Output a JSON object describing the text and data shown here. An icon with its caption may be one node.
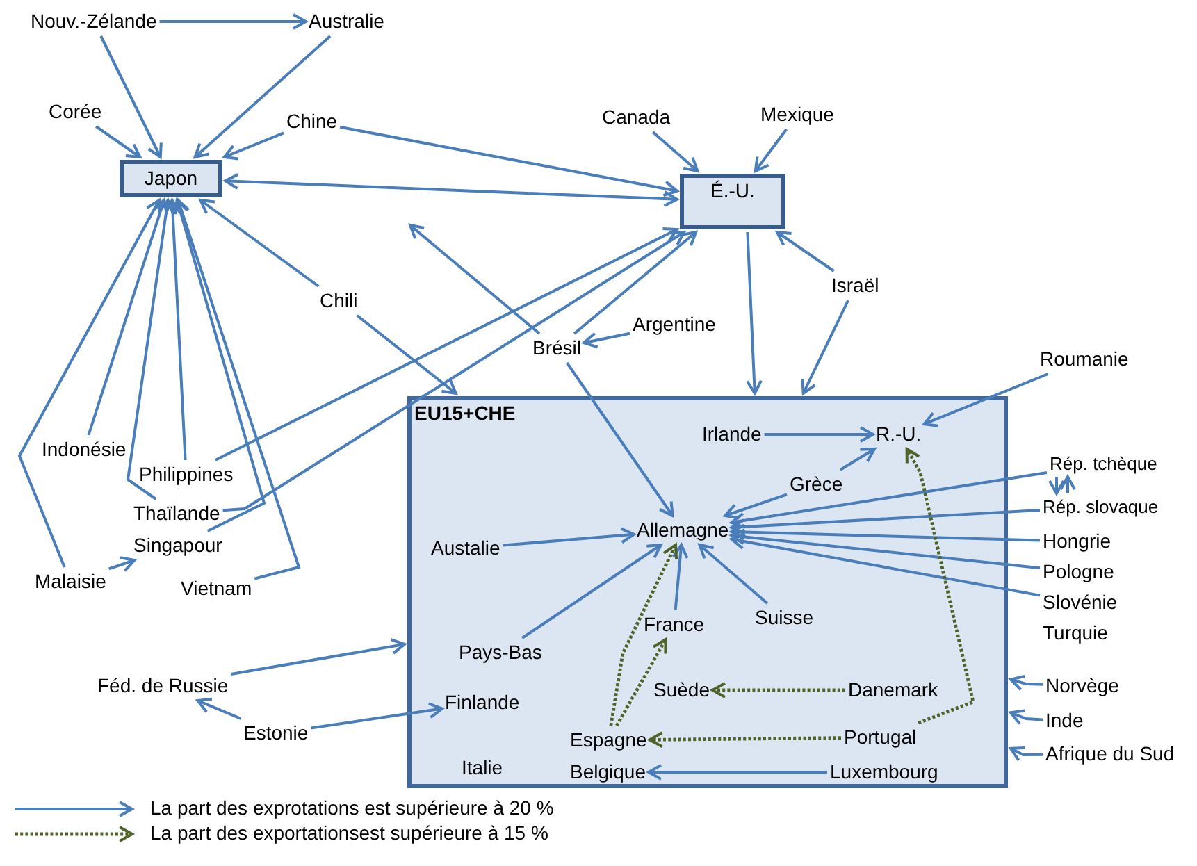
{
  "diagram": {
    "nodes": [
      {
        "text": [
          "Nouv.-Zélande"
        ]
      },
      {
        "text": [
          "Australie"
        ]
      },
      {
        "text": [
          "Corée"
        ]
      },
      {
        "text": [
          "Chine"
        ]
      },
      {
        "text": [
          "Japon"
        ]
      },
      {
        "text": [
          "Canada"
        ]
      },
      {
        "text": [
          "Mexique"
        ]
      },
      {
        "text": [
          "É.-U."
        ]
      },
      {
        "text": [
          "Chili"
        ]
      },
      {
        "text": [
          "Israël"
        ]
      },
      {
        "text": [
          "Brésil"
        ]
      },
      {
        "text": [
          "Argentine"
        ]
      },
      {
        "text": [
          "Roumanie"
        ]
      },
      {
        "text": [
          "EU15+CHE"
        ]
      },
      {
        "text": [
          "Indonésie"
        ]
      },
      {
        "text": [
          "Philippines"
        ]
      },
      {
        "text": [
          "Thaïlande"
        ]
      },
      {
        "text": [
          "Singapour"
        ]
      },
      {
        "text": [
          "Malaisie"
        ]
      },
      {
        "text": [
          "Vietnam"
        ]
      },
      {
        "text": [
          "Irlande"
        ],
        "in": 13
      },
      {
        "text": [
          "R.-U."
        ],
        "in": 13
      },
      {
        "text": [
          "Grèce"
        ],
        "in": 13
      },
      {
        "text": [
          "Allemagne"
        ],
        "in": 13
      },
      {
        "text": [
          "Austalie"
        ],
        "in": 13
      },
      {
        "text": [
          "France"
        ],
        "in": 13
      },
      {
        "text": [
          "Suisse"
        ],
        "in": 13
      },
      {
        "text": [
          "Pays-Bas"
        ],
        "in": 13
      },
      {
        "text": [
          "Suède"
        ],
        "in": 13
      },
      {
        "text": [
          "Danemark"
        ],
        "in": 13
      },
      {
        "text": [
          "Finlande"
        ],
        "in": 13
      },
      {
        "text": [
          "Espagne"
        ],
        "in": 13
      },
      {
        "text": [
          "Portugal"
        ],
        "in": 13
      },
      {
        "text": [
          "Italie"
        ],
        "in": 13
      },
      {
        "text": [
          "Belgique"
        ],
        "in": 13
      },
      {
        "text": [
          "Luxembourg"
        ],
        "in": 13
      },
      {
        "text": [
          "Rép. tchèque"
        ]
      },
      {
        "text": [
          "Rép. slovaque"
        ]
      },
      {
        "text": [
          "Hongrie"
        ]
      },
      {
        "text": [
          "Pologne"
        ]
      },
      {
        "text": [
          "Slovénie"
        ]
      },
      {
        "text": [
          "Turquie"
        ]
      },
      {
        "text": [
          "Norvège"
        ]
      },
      {
        "text": [
          "Inde"
        ]
      },
      {
        "text": [
          "Afrique du Sud"
        ]
      },
      {
        "text": [
          "Féd. de Russie"
        ]
      },
      {
        "text": [
          "Estonie"
        ]
      }
    ],
    "edges": [
      {
        "from": 0,
        "to": 1,
        "arrow": "to"
      },
      {
        "from": 0,
        "to": 4,
        "arrow": "to"
      },
      {
        "from": 1,
        "to": 4,
        "arrow": "to"
      },
      {
        "from": 2,
        "to": 4,
        "arrow": "to"
      },
      {
        "from": 3,
        "to": 4,
        "arrow": "to"
      },
      {
        "from": 3,
        "to": 7,
        "arrow": "to"
      },
      {
        "from": 4,
        "to": 7,
        "arrow": "both"
      },
      {
        "from": 8,
        "to": 4,
        "arrow": "to"
      },
      {
        "from": 8,
        "to": 13,
        "arrow": "to"
      },
      {
        "from": 14,
        "to": 4,
        "arrow": "to"
      },
      {
        "from": 18,
        "to": 4,
        "arrow": "to"
      },
      {
        "from": 16,
        "to": 4,
        "arrow": "to"
      },
      {
        "from": 15,
        "to": 4,
        "arrow": "to"
      },
      {
        "from": 17,
        "to": 4,
        "arrow": "to"
      },
      {
        "from": 19,
        "to": 4,
        "arrow": "to"
      },
      {
        "from": 15,
        "to": 7,
        "arrow": "to"
      },
      {
        "from": 16,
        "to": 7,
        "arrow": "to"
      },
      {
        "from": 5,
        "to": 7,
        "arrow": "to"
      },
      {
        "from": 6,
        "to": 7,
        "arrow": "to"
      },
      {
        "from": 10,
        "to": null,
        "arrow": "to"
      },
      {
        "from": 11,
        "to": 10,
        "arrow": "to"
      },
      {
        "from": 10,
        "to": 7,
        "arrow": "to"
      },
      {
        "from": 7,
        "to": 13,
        "arrow": "to"
      },
      {
        "from": 9,
        "to": 7,
        "arrow": "to"
      },
      {
        "from": 9,
        "to": 13,
        "arrow": "to"
      },
      {
        "from": 12,
        "to": 21,
        "arrow": "to"
      },
      {
        "from": 20,
        "to": 21,
        "arrow": "to"
      },
      {
        "from": 22,
        "to": 21,
        "arrow": "to"
      },
      {
        "from": 22,
        "to": 23,
        "arrow": "to"
      },
      {
        "from": 36,
        "to": 37,
        "arrow": "to"
      },
      {
        "from": 37,
        "to": 36,
        "arrow": "to"
      },
      {
        "from": 36,
        "to": 23,
        "arrow": "to"
      },
      {
        "from": 37,
        "to": 23,
        "arrow": "to"
      },
      {
        "from": 38,
        "to": 23,
        "arrow": "to"
      },
      {
        "from": 39,
        "to": 23,
        "arrow": "to"
      },
      {
        "from": 40,
        "to": 23,
        "arrow": "to"
      },
      {
        "from": 24,
        "to": 23,
        "arrow": "to"
      },
      {
        "from": 27,
        "to": 23,
        "arrow": "to"
      },
      {
        "from": 25,
        "to": 23,
        "arrow": "to"
      },
      {
        "from": 26,
        "to": 23,
        "arrow": "to"
      },
      {
        "from": 31,
        "to": 23,
        "arrow": "to",
        "style": "dashed",
        "color": "#4f6228"
      },
      {
        "from": 31,
        "to": 25,
        "arrow": "to",
        "style": "dashed",
        "color": "#4f6228"
      },
      {
        "from": 29,
        "to": 28,
        "arrow": "to",
        "style": "dashed",
        "color": "#4f6228"
      },
      {
        "from": 32,
        "to": 31,
        "arrow": "to",
        "style": "dashed",
        "color": "#4f6228"
      },
      {
        "from": 32,
        "to": 21,
        "arrow": "to",
        "style": "dashed",
        "color": "#4f6228"
      },
      {
        "from": 35,
        "to": 34,
        "arrow": "to"
      },
      {
        "from": 45,
        "to": 13,
        "arrow": "to"
      },
      {
        "from": 46,
        "to": 45,
        "arrow": "to"
      },
      {
        "from": 46,
        "to": 30,
        "arrow": "to"
      },
      {
        "from": 18,
        "to": 17,
        "arrow": "to"
      },
      {
        "from": 42,
        "to": 13,
        "arrow": "to"
      },
      {
        "from": 43,
        "to": 13,
        "arrow": "to"
      },
      {
        "from": 44,
        "to": 13,
        "arrow": "to"
      },
      {
        "from": 10,
        "to": 23,
        "arrow": "to"
      }
    ],
    "legend": [
      {
        "text": "La part des exprotations est supérieure à 20 %"
      },
      {
        "text": "La part des exportationsest supérieure à 15 %"
      }
    ]
  }
}
